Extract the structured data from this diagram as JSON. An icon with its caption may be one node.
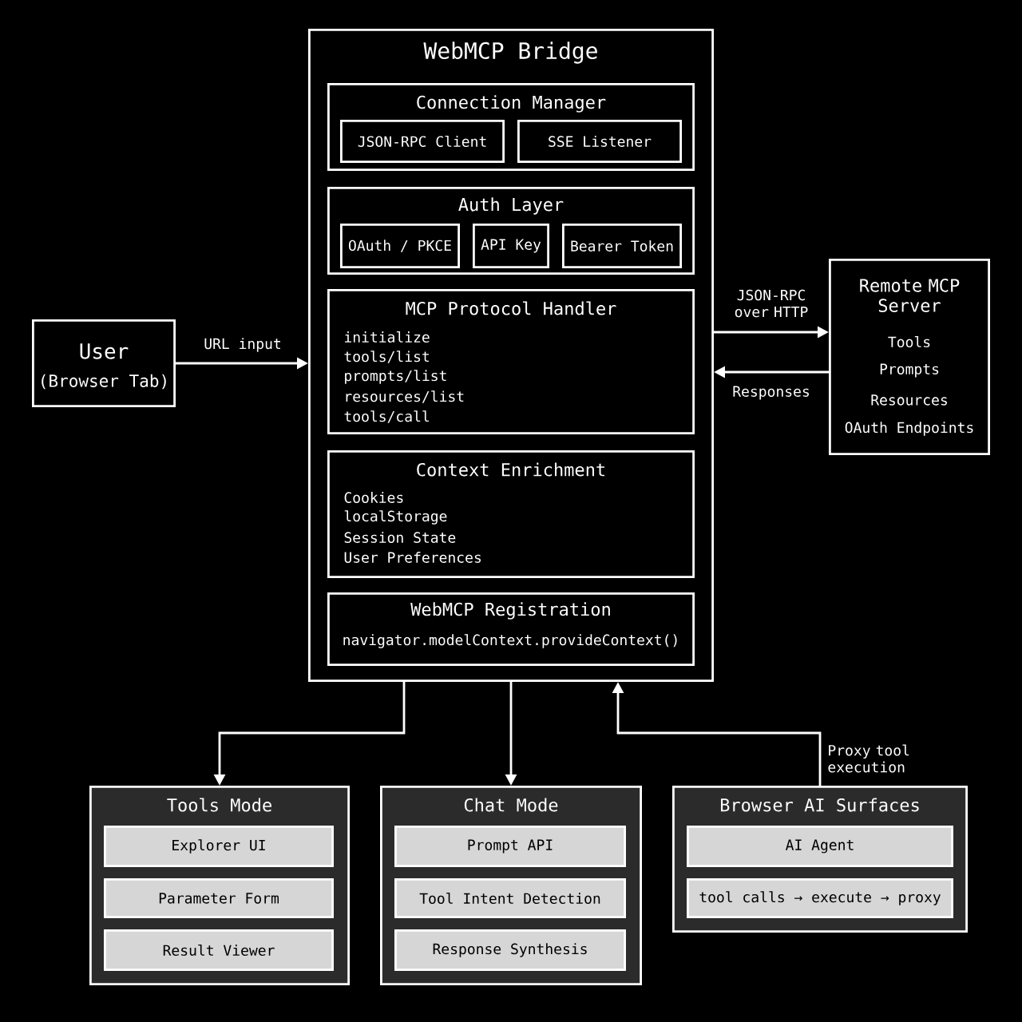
{
  "diagram": {
    "nodes": [
      {
        "text": [
          "WebMCP Bridge"
        ]
      },
      {
        "text": [
          "Connection Manager"
        ],
        "in": 0
      },
      {
        "text": [
          "JSON-RPC Client"
        ],
        "in": 1
      },
      {
        "text": [
          "SSE Listener"
        ],
        "in": 1
      },
      {
        "text": [
          "Auth Layer"
        ],
        "in": 0
      },
      {
        "text": [
          "OAuth / PKCE"
        ],
        "in": 4
      },
      {
        "text": [
          "API Key"
        ],
        "in": 4
      },
      {
        "text": [
          "Bearer Token"
        ],
        "in": 4
      },
      {
        "text": [
          "MCP Protocol Handler",
          "initialize",
          "tools/list",
          "prompts/list",
          "resources/list",
          "tools/call"
        ],
        "in": 0
      },
      {
        "text": [
          "Context Enrichment",
          "Cookies",
          "localStorage",
          "Session State",
          "User Preferences"
        ],
        "in": 0
      },
      {
        "text": [
          "WebMCP Registration",
          "navigator.modelContext.provideContext()"
        ],
        "in": 0
      },
      {
        "text": [
          "User",
          "(Browser Tab)"
        ]
      },
      {
        "text": [
          "Remote MCP Server",
          "Tools",
          "Prompts",
          "Resources",
          "OAuth Endpoints"
        ]
      },
      {
        "text": [
          "Tools Mode"
        ]
      },
      {
        "text": [
          "Explorer UI"
        ],
        "in": 13
      },
      {
        "text": [
          "Parameter Form"
        ],
        "in": 13
      },
      {
        "text": [
          "Result Viewer"
        ],
        "in": 13
      },
      {
        "text": [
          "Chat Mode"
        ]
      },
      {
        "text": [
          "Prompt API"
        ],
        "in": 17
      },
      {
        "text": [
          "Tool Intent Detection"
        ],
        "in": 17
      },
      {
        "text": [
          "Response Synthesis"
        ],
        "in": 17
      },
      {
        "text": [
          "Browser AI Surfaces"
        ]
      },
      {
        "text": [
          "AI Agent"
        ],
        "in": 21
      },
      {
        "text": [
          "tool calls → execute → proxy"
        ],
        "in": 21
      }
    ],
    "edges": [
      {
        "from": 11,
        "to": 0,
        "arrow": "to",
        "label": "URL input"
      },
      {
        "from": 0,
        "to": 12,
        "arrow": "to",
        "label": "JSON-RPC over HTTP"
      },
      {
        "from": 12,
        "to": 0,
        "arrow": "to",
        "label": "Responses"
      },
      {
        "from": 0,
        "to": 13,
        "arrow": "to"
      },
      {
        "from": 0,
        "to": 17,
        "arrow": "to"
      },
      {
        "from": 21,
        "to": 0,
        "arrow": "to",
        "label": "Proxy tool execution"
      }
    ]
  }
}
